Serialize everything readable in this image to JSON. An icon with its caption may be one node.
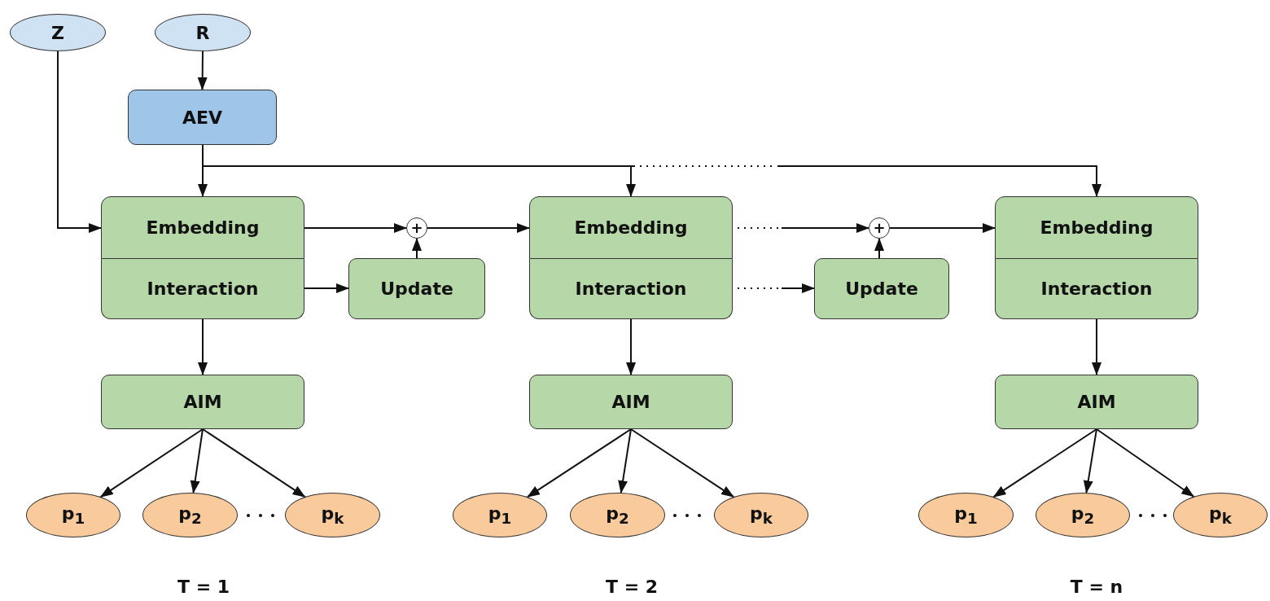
{
  "diagram": {
    "nodes": [
      {
        "text": [
          "Z"
        ]
      },
      {
        "text": [
          "R"
        ]
      },
      {
        "text": [
          "AEV"
        ]
      },
      {
        "text": [
          "Embedding"
        ]
      },
      {
        "text": [
          "Interaction"
        ]
      },
      {
        "text": [
          "+"
        ]
      },
      {
        "text": [
          "Update"
        ]
      },
      {
        "text": [
          "Embedding"
        ]
      },
      {
        "text": [
          "Interaction"
        ]
      },
      {
        "text": [
          "+"
        ]
      },
      {
        "text": [
          "Update"
        ]
      },
      {
        "text": [
          "Embedding"
        ]
      },
      {
        "text": [
          "Interaction"
        ]
      },
      {
        "text": [
          "AIM"
        ]
      },
      {
        "text": [
          "AIM"
        ]
      },
      {
        "text": [
          "AIM"
        ]
      },
      {
        "text": [
          "p$_{1}$"
        ]
      },
      {
        "text": [
          "p$_{2}$"
        ]
      },
      {
        "text": [
          "p$_{k}$"
        ]
      },
      {
        "text": [
          "p$_{1}$"
        ]
      },
      {
        "text": [
          "p$_{2}$"
        ]
      },
      {
        "text": [
          "p$_{k}$"
        ]
      },
      {
        "text": [
          "p$_{1}$"
        ]
      },
      {
        "text": [
          "p$_{2}$"
        ]
      },
      {
        "text": [
          "p$_{k}$"
        ]
      }
    ],
    "edges": [
      {
        "from": 1,
        "to": 2,
        "arrow": "to"
      },
      {
        "from": 2,
        "to": 3,
        "arrow": "to"
      },
      {
        "from": 2,
        "to": 7,
        "arrow": "to"
      },
      {
        "from": 2,
        "to": 11,
        "arrow": "to",
        "style": "dashed"
      },
      {
        "from": 0,
        "to": 3,
        "arrow": "to"
      },
      {
        "from": 3,
        "to": 5,
        "arrow": "to"
      },
      {
        "from": 4,
        "to": 6,
        "arrow": "to"
      },
      {
        "from": 6,
        "to": 5,
        "arrow": "to"
      },
      {
        "from": 5,
        "to": 7,
        "arrow": "to"
      },
      {
        "from": 4,
        "to": 13,
        "arrow": "to"
      },
      {
        "from": 7,
        "to": 9,
        "arrow": "to",
        "style": "dashed"
      },
      {
        "from": 8,
        "to": 10,
        "arrow": "to",
        "style": "dashed"
      },
      {
        "from": 10,
        "to": 9,
        "arrow": "to"
      },
      {
        "from": 9,
        "to": 11,
        "arrow": "to"
      },
      {
        "from": 8,
        "to": 14,
        "arrow": "to"
      },
      {
        "from": 12,
        "to": 15,
        "arrow": "to"
      },
      {
        "from": 13,
        "to": 16,
        "arrow": "to"
      },
      {
        "from": 13,
        "to": 17,
        "arrow": "to"
      },
      {
        "from": 13,
        "to": 18,
        "arrow": "to"
      },
      {
        "from": 14,
        "to": 19,
        "arrow": "to"
      },
      {
        "from": 14,
        "to": 20,
        "arrow": "to"
      },
      {
        "from": 14,
        "to": 21,
        "arrow": "to"
      },
      {
        "from": 15,
        "to": 22,
        "arrow": "to"
      },
      {
        "from": 15,
        "to": 23,
        "arrow": "to"
      },
      {
        "from": 15,
        "to": 24,
        "arrow": "to"
      }
    ],
    "labels": [
      "T = 1",
      "T = 2",
      "T = n"
    ]
  }
}
